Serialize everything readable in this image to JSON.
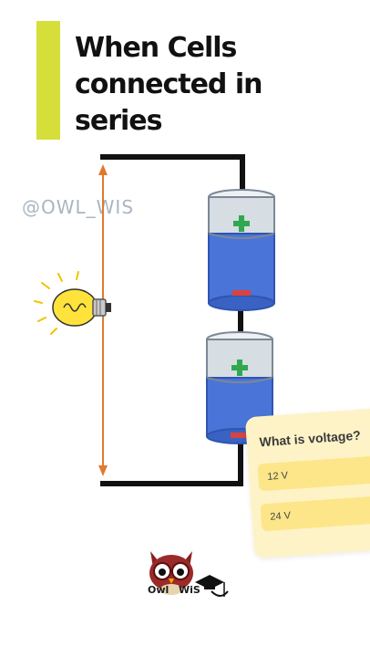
{
  "title": "When Cells connected in series",
  "watermark": "@OWL_WIS",
  "colors": {
    "accent_bar": "#d6de3a",
    "wire": "#111111",
    "arrow": "#e07a2e",
    "battery_top": "#d6dde3",
    "battery_bottom": "#4a74d8",
    "plus": "#2fa84f",
    "minus": "#d9433f",
    "quiz_bg": "#fef3c7",
    "quiz_option": "#fde68a"
  },
  "icons": {
    "bulb": "light-bulb-icon",
    "battery_top": "battery-icon",
    "battery_bottom": "battery-icon",
    "logo": "owl-logo-icon"
  },
  "quiz": {
    "question": "What is voltage?",
    "options": [
      "12 V",
      "24 V"
    ]
  },
  "logo": {
    "text_left": "Owl",
    "text_right": "WiS"
  }
}
